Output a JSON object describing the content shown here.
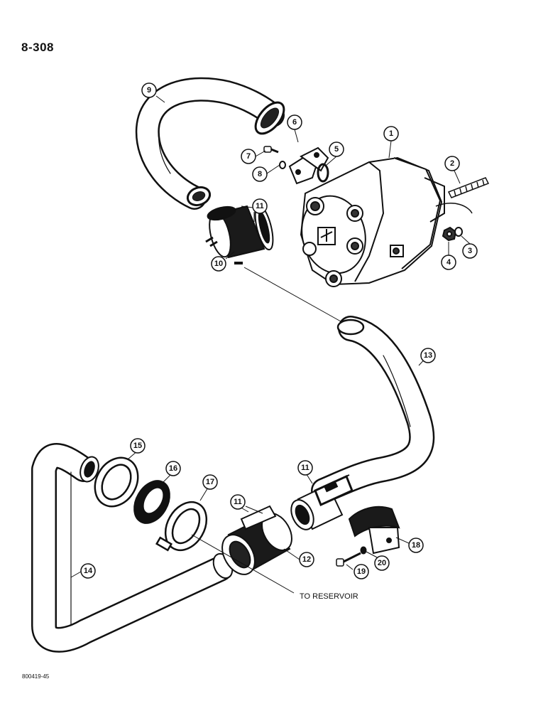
{
  "page": {
    "page_number": "8-308",
    "figure_code": "800419-45",
    "note_to_reservoir": "TO RESERVOIR"
  },
  "callouts": [
    {
      "id": "c1",
      "label": "1"
    },
    {
      "id": "c2",
      "label": "2"
    },
    {
      "id": "c3",
      "label": "3"
    },
    {
      "id": "c4",
      "label": "4"
    },
    {
      "id": "c5",
      "label": "5"
    },
    {
      "id": "c6",
      "label": "6"
    },
    {
      "id": "c7",
      "label": "7"
    },
    {
      "id": "c8",
      "label": "8"
    },
    {
      "id": "c9",
      "label": "9"
    },
    {
      "id": "c10",
      "label": "10"
    },
    {
      "id": "c11a",
      "label": "11"
    },
    {
      "id": "c11b",
      "label": "11"
    },
    {
      "id": "c11c",
      "label": "11"
    },
    {
      "id": "c12",
      "label": "12"
    },
    {
      "id": "c13",
      "label": "13"
    },
    {
      "id": "c14",
      "label": "14"
    },
    {
      "id": "c15",
      "label": "15"
    },
    {
      "id": "c16",
      "label": "16"
    },
    {
      "id": "c17",
      "label": "17"
    },
    {
      "id": "c18",
      "label": "18"
    },
    {
      "id": "c19",
      "label": "19"
    },
    {
      "id": "c20",
      "label": "20"
    }
  ]
}
